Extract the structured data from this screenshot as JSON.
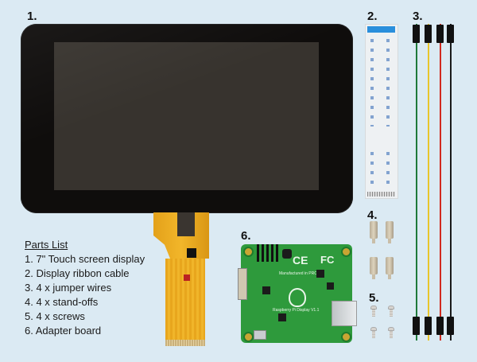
{
  "labels": {
    "display": "1.",
    "ribbon": "2.",
    "wires": "3.",
    "standoffs": "4.",
    "screws": "5.",
    "board": "6."
  },
  "parts_list": {
    "title": "Parts List",
    "items": [
      "1. 7\" Touch screen display",
      "2. Display ribbon cable",
      "3. 4 x jumper wires",
      "4. 4 x stand-offs",
      "5. 4 x screws",
      "6. Adapter board"
    ]
  },
  "wires": {
    "colors": [
      "#1f7a3a",
      "#e8c62a",
      "#d12a1f",
      "#1a1a1a"
    ]
  },
  "board": {
    "ce_mark": "CE",
    "fc_mark": "FC",
    "silk_line1": "Manufactured in PRC",
    "silk_line2": "Raspberry Pi Display V1.1"
  },
  "colors": {
    "background": "#dbeaf3",
    "bezel": "#0f0d0c",
    "panel": "#37332e",
    "flex": "#f0b52a",
    "pcb": "#2e9a3c",
    "ribbon_tab": "#2a8fdc"
  }
}
